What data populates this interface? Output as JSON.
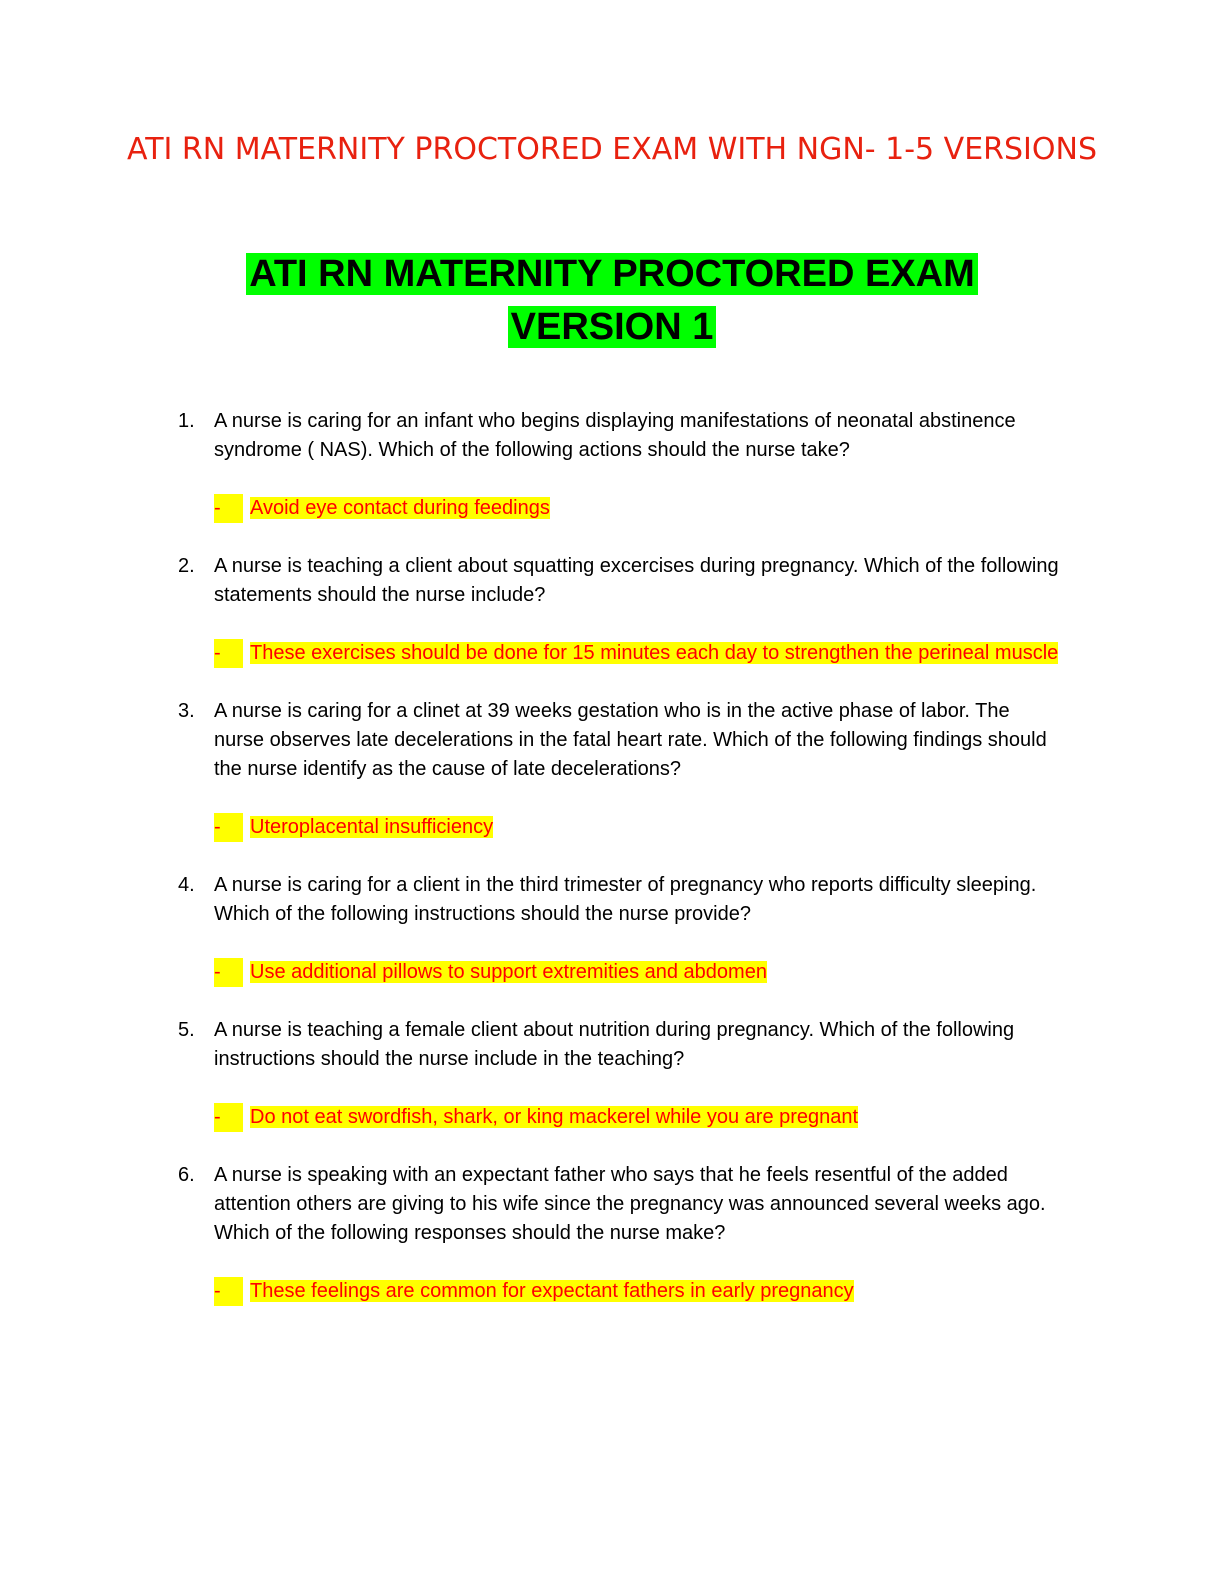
{
  "document": {
    "title": "ATI RN MATERNITY PROCTORED EXAM WITH NGN- 1-5 VERSIONS",
    "version_heading_line1": "ATI RN MATERNITY PROCTORED EXAM",
    "version_heading_line2": "VERSION 1"
  },
  "answer_marker": "-",
  "questions": [
    {
      "number": "1.",
      "text": "A nurse is caring for an infant who begins displaying manifestations of neonatal abstinence syndrome ( NAS). Which of the following actions should the nurse take?",
      "answer": "Avoid eye contact during feedings"
    },
    {
      "number": "2.",
      "text": "A nurse is teaching a client about squatting excercises during pregnancy. Which of the following statements should the nurse include?",
      "answer": "These exercises should be done for 15 minutes each day to strengthen the perineal muscle"
    },
    {
      "number": "3.",
      "text": "A nurse is caring for a clinet at 39 weeks gestation who is in the active phase of labor. The nurse observes late decelerations in the fatal heart rate. Which of the following findings should the nurse identify as the cause of late decelerations?",
      "answer": "Uteroplacental insufficiency"
    },
    {
      "number": "4.",
      "text": "A nurse is caring for a client in the third trimester of pregnancy who reports difficulty sleeping. Which of the following instructions should the nurse provide?",
      "answer": "Use additional pillows to support extremities and abdomen"
    },
    {
      "number": "5.",
      "text": "A nurse is teaching a female client about nutrition during pregnancy. Which of the following instructions should the nurse include in the teaching?",
      "answer": "Do not eat swordfish, shark, or king mackerel while you are pregnant"
    },
    {
      "number": "6.",
      "text": "A nurse is speaking with an expectant father who says that he feels resentful of the added attention others are giving to his wife since the pregnancy was announced several weeks ago. Which of the following responses should the nurse make?",
      "answer": "These feelings are common for expectant fathers in early pregnancy"
    }
  ],
  "colors": {
    "title_red": "#e8210f",
    "answer_red": "#ff0000",
    "highlight_yellow": "#ffff00",
    "highlight_green": "#00ff00"
  }
}
